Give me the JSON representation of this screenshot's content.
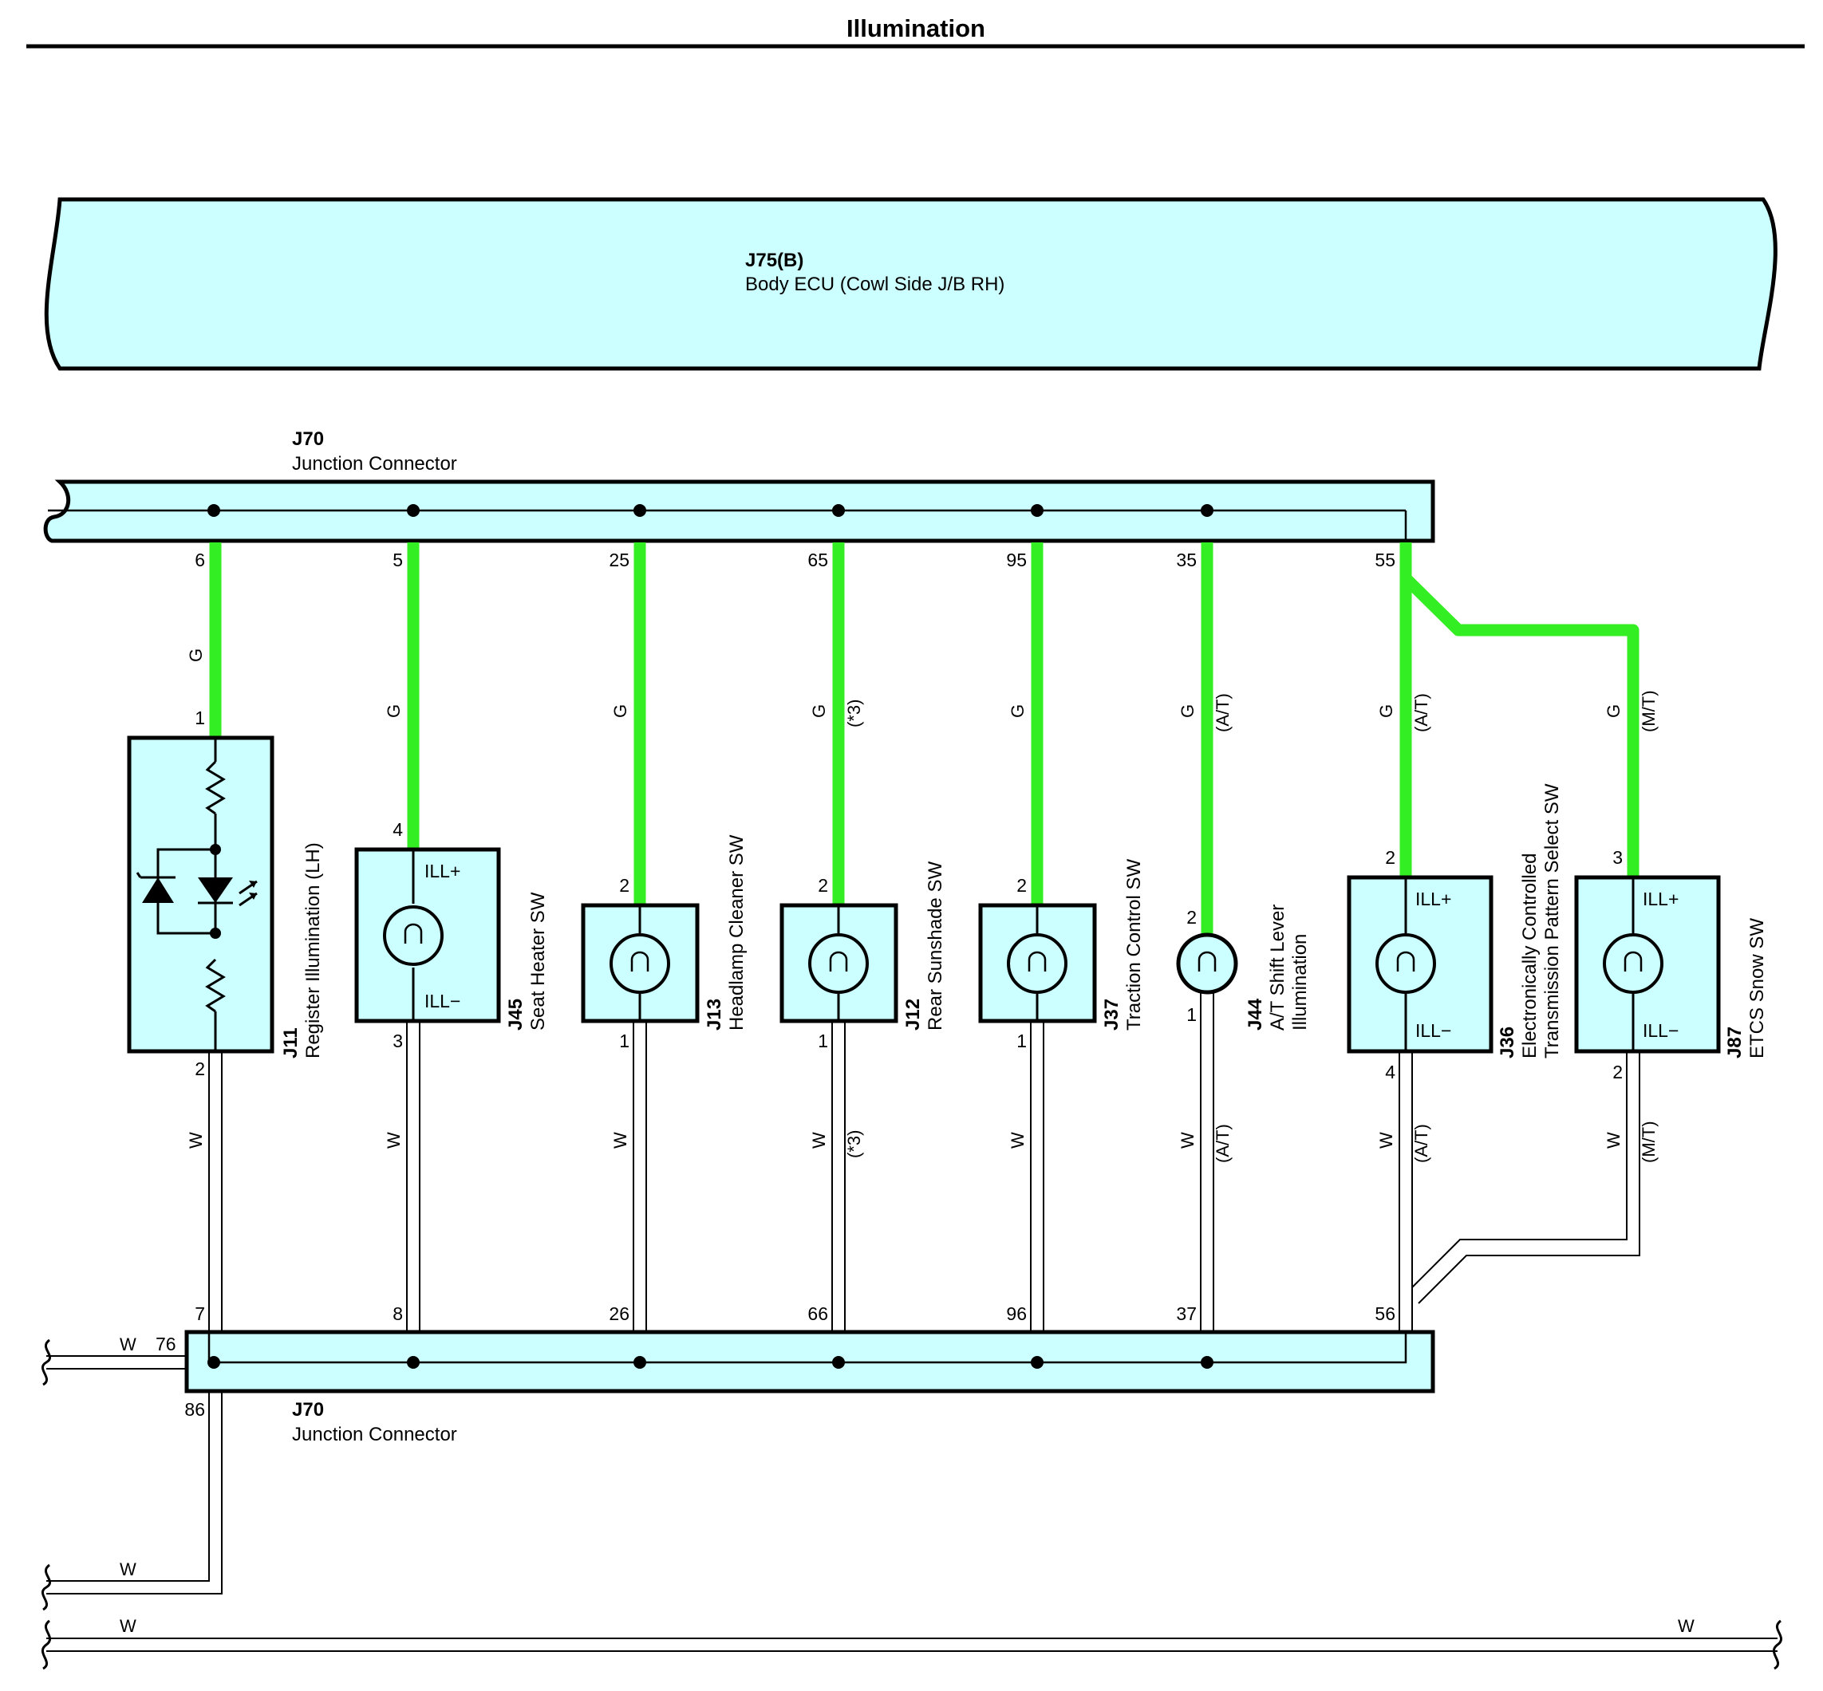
{
  "title": "Illumination",
  "ecu": {
    "code": "J75(B)",
    "name": "Body ECU (Cowl Side J/B RH)"
  },
  "junction_top": {
    "code": "J70",
    "name": "Junction Connector"
  },
  "junction_bottom": {
    "code": "J70",
    "name": "Junction Connector"
  },
  "components": [
    {
      "code": "J11",
      "name": [
        "Register Illumination (LH)"
      ],
      "pin_in": "1",
      "pin_out": "2",
      "top_pin": "6",
      "bottom_pin": "7",
      "wire_top": "G",
      "wire_bottom": "W",
      "note": ""
    },
    {
      "code": "J45",
      "name": [
        "Seat Heater SW"
      ],
      "pin_in": "4",
      "pin_out": "3",
      "top_pin": "5",
      "bottom_pin": "8",
      "wire_top": "G",
      "wire_bottom": "W",
      "note": "",
      "ill_plus": "ILL+",
      "ill_minus": "ILL−"
    },
    {
      "code": "J13",
      "name": [
        "Headlamp Cleaner SW"
      ],
      "pin_in": "2",
      "pin_out": "1",
      "top_pin": "25",
      "bottom_pin": "26",
      "wire_top": "G",
      "wire_bottom": "W",
      "note": ""
    },
    {
      "code": "J12",
      "name": [
        "Rear Sunshade SW"
      ],
      "pin_in": "2",
      "pin_out": "1",
      "top_pin": "65",
      "bottom_pin": "66",
      "wire_top": "G",
      "wire_bottom": "W",
      "note": "(*3)"
    },
    {
      "code": "J37",
      "name": [
        "Traction Control SW"
      ],
      "pin_in": "2",
      "pin_out": "1",
      "top_pin": "95",
      "bottom_pin": "96",
      "wire_top": "G",
      "wire_bottom": "W",
      "note": ""
    },
    {
      "code": "J44",
      "name": [
        "A/T Shift Lever",
        "Illumination"
      ],
      "pin_in": "2",
      "pin_out": "1",
      "top_pin": "35",
      "bottom_pin": "37",
      "wire_top": "G",
      "wire_bottom": "W",
      "note": "(A/T)"
    },
    {
      "code": "J36",
      "name": [
        "Electronically Controlled",
        "Transmission Pattern Select SW"
      ],
      "pin_in": "2",
      "pin_out": "4",
      "top_pin": "55",
      "bottom_pin": "56",
      "wire_top": "G",
      "wire_bottom": "W",
      "note": "(A/T)",
      "ill_plus": "ILL+",
      "ill_minus": "ILL−"
    },
    {
      "code": "J87",
      "name": [
        "ETCS Snow SW"
      ],
      "pin_in": "3",
      "pin_out": "2",
      "top_pin": "",
      "bottom_pin": "",
      "wire_top": "G",
      "wire_bottom": "W",
      "note": "(M/T)",
      "ill_plus": "ILL+",
      "ill_minus": "ILL−"
    }
  ],
  "bottom_left": {
    "wire_76": "W",
    "pin_76": "76",
    "pin_86": "86",
    "wire_86": "W",
    "ground_left": "W",
    "ground_right": "W"
  },
  "colors": {
    "g_wire": "#33ee22",
    "panel_fill": "#ccffff",
    "w_wire": "#ffffff"
  }
}
